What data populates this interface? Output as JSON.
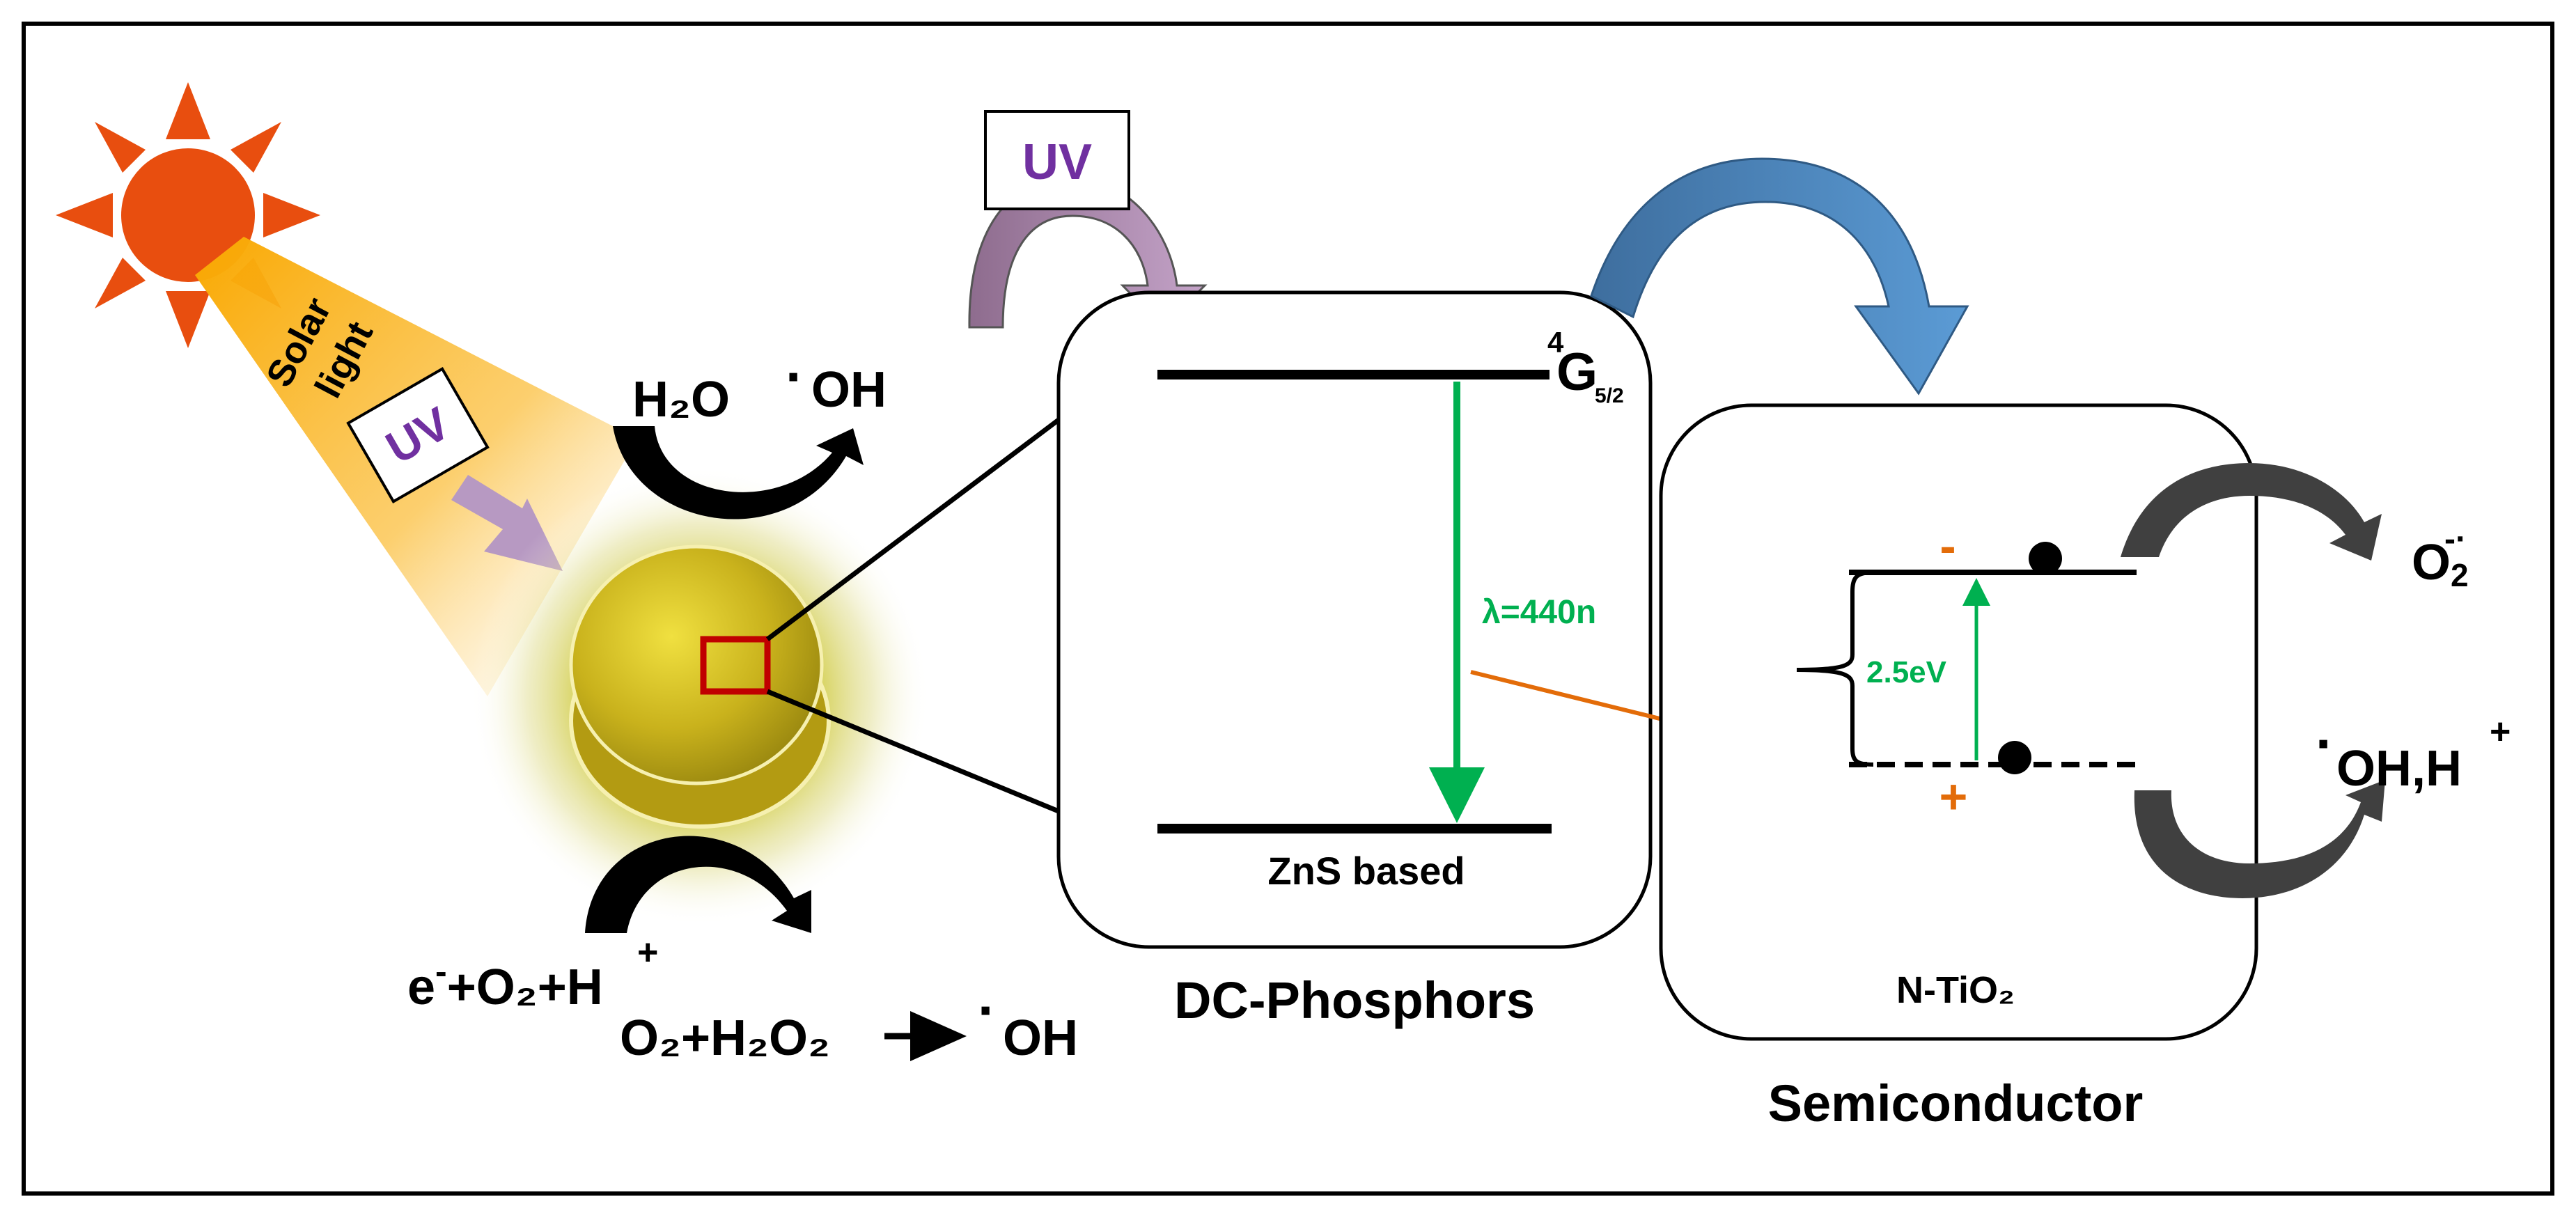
{
  "sun": {
    "beam_label_line1": "Solar",
    "beam_label_line2": "light",
    "uv_label": "UV",
    "sun_color": "#E84E0F",
    "beam_color": "#F9A800"
  },
  "particle": {
    "color": "#C9B21C",
    "top_reaction": {
      "reactant": "H₂O",
      "product_dot": "·",
      "product": "OH"
    },
    "bottom_reaction": {
      "reactant_e": "e",
      "reactant_e_sup": "-",
      "reactant_rest": "+O₂+H",
      "reactant_h_sup": "+",
      "chain_left": "O₂+H₂O₂",
      "chain_right_dot": "·",
      "chain_right": "OH"
    }
  },
  "phosphor": {
    "uv_label": "UV",
    "uv_color": "#7030A0",
    "upper_state": "G",
    "upper_state_sup": "4",
    "upper_state_sub": "5/2",
    "emission_label": "λ=440n",
    "emission_color": "#00B050",
    "lower_label": "ZnS based",
    "caption": "DC-Phosphors",
    "transfer_color": "#E36C09"
  },
  "semiconductor": {
    "minus": "-",
    "plus": "+",
    "bandgap_label": "2.5eV",
    "material": "N-TiO₂",
    "caption": "Semiconductor",
    "product_superoxide": "O",
    "product_superoxide_sub": "2",
    "product_superoxide_sup": "-·",
    "product_oh_dot": "·",
    "product_oh": "OH,H",
    "product_oh_sup": "+",
    "arrow_color": "#4E86C6"
  }
}
